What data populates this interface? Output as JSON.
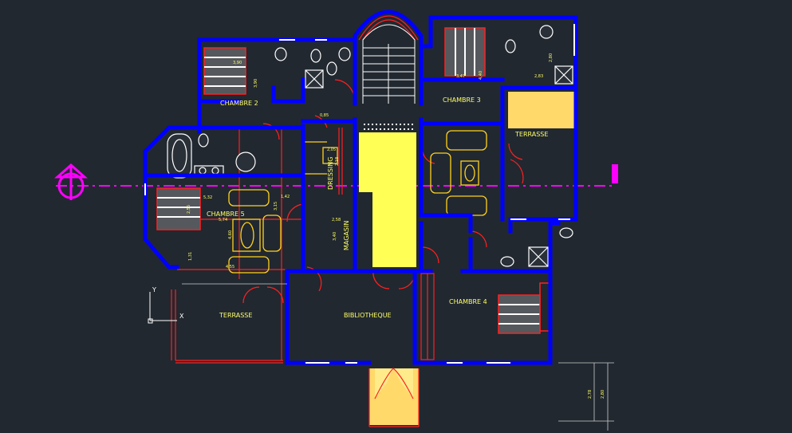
{
  "rooms": {
    "chambre2": "CHAMBRE 2",
    "chambre3": "CHAMBRE 3",
    "chambre4": "CHAMBRE 4",
    "chambre5": "CHAMBRE 5",
    "terrasse_left": "TERRASSE",
    "terrasse_right": "TERRASSE",
    "bibliotheque": "BIBLIOTHEQUE",
    "dressing": "DRESSING",
    "magasin": "MAGASIN"
  },
  "dimensions": {
    "d1": "3,90",
    "d2": "3,90",
    "d3": "3,47",
    "d4": "4,40",
    "d5": "2,83",
    "d6": "2,80",
    "d7": "0,85",
    "d8": "2,05",
    "d9": "2,18",
    "d10": "5,32",
    "d11": "5,74",
    "d12": "1,42",
    "d13": "3,15",
    "d14": "2,58",
    "d15": "3,40",
    "d16": "2,55",
    "d17": "4,60",
    "d18": "1,31",
    "d19": "4,55",
    "d20": "2,78",
    "d21": "2,80"
  },
  "ucs": {
    "y_label": "Y",
    "x_label": "X"
  },
  "colors": {
    "background": "#212830",
    "wall": "#0000ff",
    "fixture": "#ff2020",
    "furniture": "#ffd21e",
    "axis": "#ff00ff",
    "floor_fill": "#ffd96a",
    "text": "#ffff66",
    "sanitary": "#ffffff"
  }
}
